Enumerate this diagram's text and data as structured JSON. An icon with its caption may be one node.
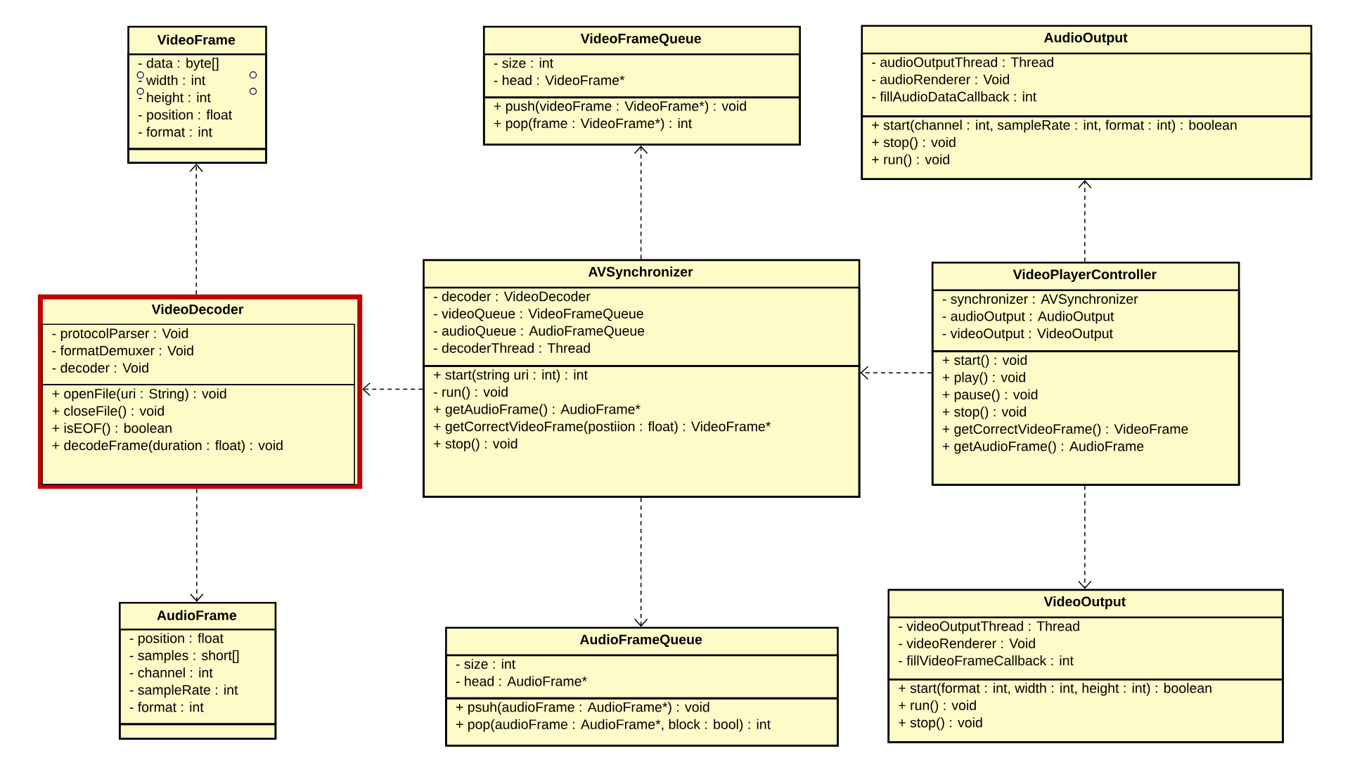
{
  "diagram": {
    "nodes": [
      {
        "text": [
          "VideoFrame"
        ]
      },
      {
        "text": [
          "- data : byte[]",
          "- width : int",
          "- height : int",
          "- position : float",
          "- format : int"
        ],
        "in": 0
      },
      {
        "text": [],
        "shape": "box",
        "in": 0
      },
      {
        "text": [
          "VideoFrameQueue"
        ]
      },
      {
        "text": [
          "- size : int",
          "- head : VideoFrame*"
        ],
        "in": 3
      },
      {
        "text": [
          "+ push(videoFrame : VideoFrame*) : void",
          "+ pop(frame : VideoFrame*) : int"
        ],
        "in": 3
      },
      {
        "text": [
          "AudioOutput"
        ]
      },
      {
        "text": [
          "- audioOutputThread : Thread",
          "- audioRenderer : Void",
          "- fillAudioDataCallback : int"
        ],
        "in": 6
      },
      {
        "text": [
          "+ start(channel : int, sampleRate : int, format : int) : boolean",
          "+ stop() : void",
          "+ run() : void"
        ],
        "in": 6
      },
      {
        "text": [
          "VideoDecoder"
        ]
      },
      {
        "text": [
          "- protocolParser : Void",
          "- formatDemuxer : Void",
          "- decoder : Void"
        ],
        "in": 9
      },
      {
        "text": [
          "+ openFile(uri : String) : void",
          "+ closeFile() : void",
          "+ isEOF() : boolean",
          "+ decodeFrame(duration : float) : void"
        ],
        "in": 9
      },
      {
        "text": [
          "AVSynchronizer"
        ]
      },
      {
        "text": [
          "- decoder : VideoDecoder",
          "- videoQueue : VideoFrameQueue",
          "- audioQueue : AudioFrameQueue",
          "- decoderThread : Thread"
        ],
        "in": 12
      },
      {
        "text": [
          "+ start(string uri : int) : int",
          "- run() : void",
          "+ getAudioFrame() : AudioFrame*",
          "+ getCorrectVideoFrame(postiion : float) : VideoFrame*",
          "+ stop() : void"
        ],
        "in": 12
      },
      {
        "text": [
          "VideoPlayerController"
        ]
      },
      {
        "text": [
          "- synchronizer : AVSynchronizer",
          "- audioOutput : AudioOutput",
          "- videoOutput : VideoOutput"
        ],
        "in": 15
      },
      {
        "text": [
          "+ start() : void",
          "+ play() : void",
          "+ pause() : void",
          "+ stop() : void",
          "+ getCorrectVideoFrame() : VideoFrame",
          "+ getAudioFrame() : AudioFrame"
        ],
        "in": 15
      },
      {
        "text": [
          "AudioFrame"
        ]
      },
      {
        "text": [
          "- position : float",
          "- samples : short[]",
          "- channel : int",
          "- sampleRate : int",
          "- format : int"
        ],
        "in": 18
      },
      {
        "text": [],
        "shape": "box",
        "in": 18
      },
      {
        "text": [
          "AudioFrameQueue"
        ]
      },
      {
        "text": [
          "- size : int",
          "- head : AudioFrame*"
        ],
        "in": 21
      },
      {
        "text": [
          "+ psuh(audioFrame : AudioFrame*) : void",
          "+ pop(audioFrame : AudioFrame*, block : bool) : int"
        ],
        "in": 21
      },
      {
        "text": [
          "VideoOutput"
        ]
      },
      {
        "text": [
          "- videoOutputThread : Thread",
          "- videoRenderer : Void",
          "- fillVideoFrameCallback : int"
        ],
        "in": 24
      },
      {
        "text": [
          "+ start(format : int, width : int, height : int) : boolean",
          "+ run() : void",
          "+ stop() : void"
        ],
        "in": 24
      }
    ],
    "edges": [
      {
        "from": 9,
        "to": 0,
        "arrow": "to",
        "style": "dashed"
      },
      {
        "from": 9,
        "to": 18,
        "arrow": "to",
        "style": "dashed"
      },
      {
        "from": 12,
        "to": 9,
        "arrow": "to",
        "style": "dashed"
      },
      {
        "from": 12,
        "to": 3,
        "arrow": "to",
        "style": "dashed"
      },
      {
        "from": 12,
        "to": 21,
        "arrow": "to",
        "style": "dashed"
      },
      {
        "from": 15,
        "to": 12,
        "arrow": "to",
        "style": "dashed"
      },
      {
        "from": 15,
        "to": 6,
        "arrow": "to",
        "style": "dashed"
      },
      {
        "from": 15,
        "to": 24,
        "arrow": "to",
        "style": "dashed"
      }
    ]
  }
}
